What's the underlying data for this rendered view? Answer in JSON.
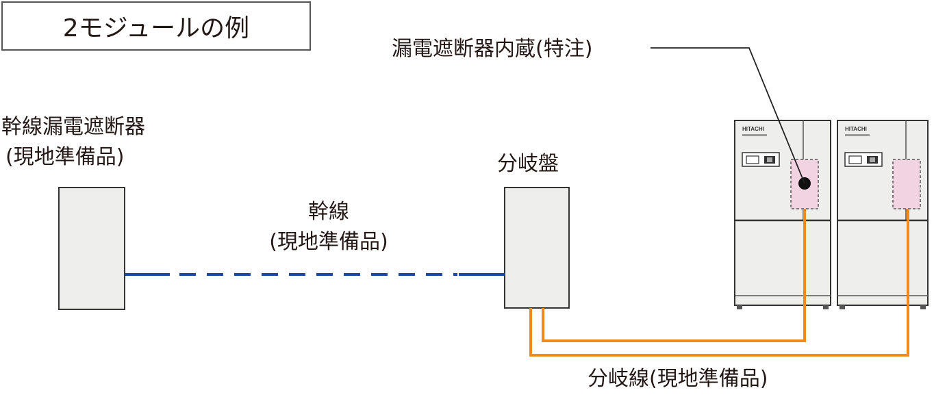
{
  "title": "2モジュールの例",
  "labels": {
    "main_breaker": "幹線漏電遮断器",
    "main_breaker_note": "(現地準備品)",
    "trunk_line": "幹線",
    "trunk_line_note": "(現地準備品)",
    "branch_panel": "分岐盤",
    "builtin_breaker": "漏電遮断器内蔵(特注)",
    "branch_line": "分岐線(現地準備品)"
  },
  "units": [
    {
      "brand": "HITACHI"
    },
    {
      "brand": "HITACHI"
    }
  ],
  "colors": {
    "trunk_line": "#1a4a9c",
    "branch_line": "#f08a1c",
    "breaker_zone": "#f2d3e1",
    "box_fill": "#eeeeec",
    "box_stroke": "#333333"
  }
}
